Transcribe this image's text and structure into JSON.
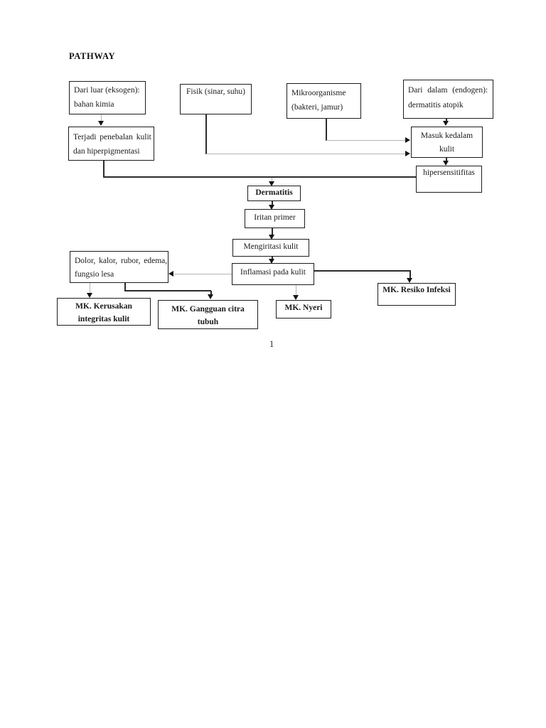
{
  "page": {
    "title": "PATHWAY",
    "page_number": "1"
  },
  "boxes": {
    "dari_luar": {
      "line1": "Dari luar (eksogen):",
      "line2": "bahan kimia"
    },
    "fisik": {
      "line1": "Fisik (sinar, suhu)"
    },
    "mikroorganisme": {
      "line1": "Mikroorganisme",
      "line2": "(bakteri, jamur)"
    },
    "dari_dalam": {
      "line1": "Dari dalam (endogen):",
      "line2": "dermatitis atopik"
    },
    "terjadi": {
      "line1": "Terjadi penebalan kulit",
      "line2": "dan hiperpigmentasi"
    },
    "masuk": {
      "line1": "Masuk kedalam",
      "line2": "kulit"
    },
    "hipersensitifitas": {
      "line1": "hipersensitifitas"
    },
    "dermatitis": {
      "line1": "Dermatitis"
    },
    "iritan_primer": {
      "line1": "Iritan primer"
    },
    "mengiritasi": {
      "line1": "Mengiritasi kulit"
    },
    "dolor": {
      "line1": "Dolor, kalor, rubor, edema,",
      "line2": "fungsio lesa"
    },
    "inflamasi": {
      "line1": "Inflamasi pada kulit"
    },
    "mk_resiko": {
      "line1": "MK. Resiko Infeksi"
    },
    "mk_kerusakan": {
      "line1": "MK. Kerusakan",
      "line2": "integritas kulit"
    },
    "mk_gangguan": {
      "line1": "MK. Gangguan citra",
      "line2": "tubuh"
    },
    "mk_nyeri": {
      "line1": "MK. Nyeri"
    }
  },
  "colors": {
    "background": "#ffffff",
    "box_border": "#1c1c1c",
    "line_dark": "#2b2b2b",
    "line_light": "#b4b4b4",
    "text": "#1a1a1a"
  }
}
